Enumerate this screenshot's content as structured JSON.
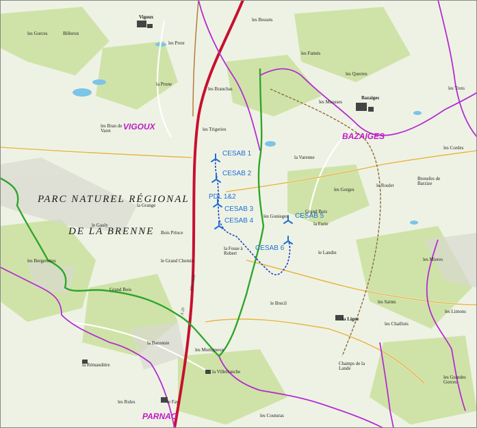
{
  "communes": {
    "vigoux": "VIGOUX",
    "bazaiges": "BAZAIGES",
    "parnac": "PARNAC"
  },
  "park": {
    "line1": "PARC NATUREL RÉGIONAL",
    "line2": "DE LA BRENNE"
  },
  "turbines": {
    "cesab1": "CESAB 1",
    "cesab2": "CESAB 2",
    "pdl": "PDL 1&2",
    "cesab3": "CESAB 3",
    "cesab4": "CESAB 4",
    "cesab5": "CESAB 5",
    "cesab6": "CESAB 6"
  },
  "places": {
    "vigoux_town": "Vigoux",
    "bazaiges_town": "Bazaiges",
    "les_gorces": "les Gorces",
    "billeron": "Billeron",
    "les_prest": "les Prest",
    "la_prune": "la Prune",
    "les_bessets": "les Bessets",
    "les_branchas": "les Branchas",
    "les_fumes": "les Fumés",
    "les_querres": "les Querres",
    "les_mousses": "les Mousses",
    "les_bran_de_varet": "les Bran de Varet",
    "les_trigeries": "les Trigeries",
    "la_varenne": "la Varenne",
    "la_grange": "la Grange",
    "bois_prince": "Bois Prince",
    "grand_chemin": "le Grand Chemin",
    "les_gorges": "les Gorges",
    "les_gonieges": "les Gonieges",
    "grand_bois_ne": "Grand Bois",
    "la_forie": "la Forie",
    "le_roulet": "le Roulet",
    "brenefes": "Brenefes de Barzize",
    "la_fosse_robert": "la Fosse à Robert",
    "le_landin": "le Landin",
    "grand_bois": "Grand Bois",
    "les_bergerottes": "les Bergerottes",
    "la_ligne": "la Ligne",
    "les_saints": "les Saints",
    "les_chaillots": "les Chaillots",
    "les_limons": "les Limons",
    "les_mieres": "les Mieres",
    "champs_lande": "Champs de la Lande",
    "la_remandiere": "la Rémandière",
    "la_villefranche": "la Villefranche",
    "le_fay": "le Fay",
    "les_rules": "les Rules",
    "les_couturas": "les Couturas",
    "les_grandes_gorces": "les Grandes Gorces",
    "les_cordes": "les Cordes",
    "les_trots": "les Trots",
    "le_gauly": "le Gauly",
    "la_baronnie": "la Baronnie",
    "les_mottigneux": "les Mottigneux",
    "le_brecil": "le Brecil"
  },
  "roads": {
    "a20": "A 20",
    "autoroute": "l'Occitane"
  },
  "colors": {
    "boundary": "#b42bd1",
    "park_boundary": "#2fa52a",
    "highway": "#c8102e",
    "rail": "#8a6a3a",
    "turbine": "#1d6fd6",
    "cable": "#1d3fbf",
    "water": "#7cc4e8",
    "forest": "#cfe3a8"
  }
}
